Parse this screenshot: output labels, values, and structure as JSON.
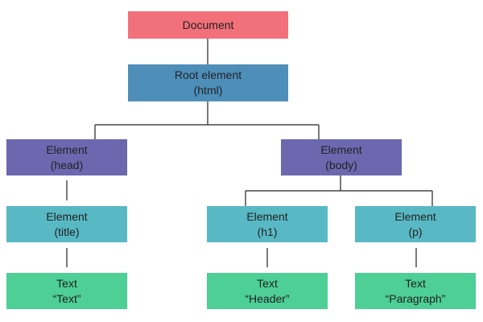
{
  "nodes": {
    "document": {
      "line1": "Document",
      "line2": "",
      "color": "#f2707a"
    },
    "root": {
      "line1": "Root element",
      "line2": "(html)",
      "color": "#4e8fba"
    },
    "head": {
      "line1": "Element",
      "line2": "(head)",
      "color": "#6b68b0"
    },
    "body": {
      "line1": "Element",
      "line2": "(body)",
      "color": "#6b68b0"
    },
    "title": {
      "line1": "Element",
      "line2": "(title)",
      "color": "#58b9c4"
    },
    "h1": {
      "line1": "Element",
      "line2": "(h1)",
      "color": "#58b9c4"
    },
    "p": {
      "line1": "Element",
      "line2": "(p)",
      "color": "#58b9c4"
    },
    "text_title": {
      "line1": "Text",
      "line2": "“Text”",
      "color": "#4dcf96"
    },
    "text_h1": {
      "line1": "Text",
      "line2": "“Header”",
      "color": "#4dcf96"
    },
    "text_p": {
      "line1": "Text",
      "line2": "“Paragraph”",
      "color": "#4dcf96"
    }
  }
}
